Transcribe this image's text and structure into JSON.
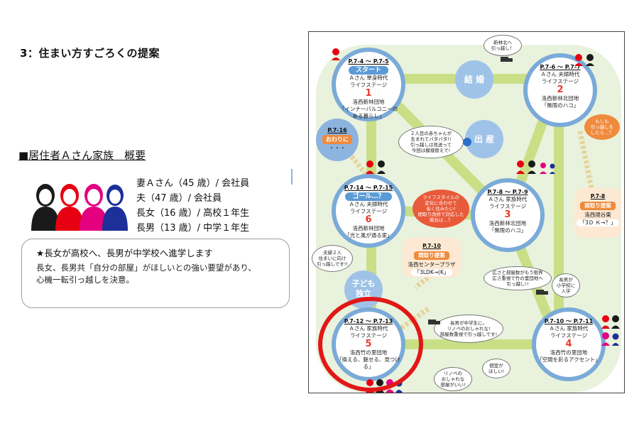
{
  "slide": {
    "title": "3：住まい方すごろくの提案",
    "section_heading": "■居住者Ａさん家族　概要",
    "members": [
      "妻Ａさん（45 歳）/ 会社員",
      "夫（47 歳）/ 会社員",
      "長女（16 歳）/ 高校１年生",
      "長男（13 歳）/ 中学１年生"
    ],
    "summary_lead": "★長女が高校へ、長男が中学校へ進学します",
    "summary_body": [
      "長女、長男共「自分の部屋」がほしいとの強い要望があり、",
      "心機一転引っ越しを決意。"
    ]
  },
  "board": {
    "colors": {
      "road": "#c9df86",
      "road_edge": "#b3cf6c",
      "stage_ring": "#7aaad8",
      "event_node": "#9fc3e8",
      "accent_red": "#e63a2e",
      "highlight": "#e21717",
      "orange": "#f08a3c"
    },
    "stages": {
      "s1": {
        "pages": "P.7-4 ～ P.7-5",
        "ribbon": "スタート",
        "line1": "Ａさん 単身時代",
        "line2": "ライフステージ",
        "num": "1",
        "place": "洛西新林団地",
        "plan": "「インナーバルコニーの",
        "plan2": "ある暮らし」"
      },
      "s2": {
        "pages": "P.7-6 ～ P.7-7",
        "line1": "Ａさん 夫婦時代",
        "line2": "ライフステージ",
        "num": "2",
        "place": "洛西新林北団地",
        "plan": "「無限のハコ」"
      },
      "s3": {
        "pages": "P.7-8 ～ P.7-9",
        "line1": "Ａさん 家族時代",
        "line2": "ライフステージ",
        "num": "3",
        "place": "洛西新林北団地",
        "plan": "「無限のハコ」"
      },
      "s4": {
        "pages": "P.7-10 ～ P.7-11",
        "line1": "Ａさん 家族時代",
        "line2": "ライフステージ",
        "num": "4",
        "place": "洛西竹の里団地",
        "plan": "「空間を彩るアクセント」"
      },
      "s5": {
        "pages": "P.7-12 ～ P.7-13",
        "line1": "Ａさん 家族時代",
        "line2": "ライフステージ",
        "num": "5",
        "place": "洛西竹の里団地",
        "plan": "「換える、魅せる、見つける」"
      },
      "s6": {
        "pages": "P.7-14 ～ P.7-15",
        "ribbon": "ゴール…？",
        "line1": "Ａさん 夫婦時代",
        "line2": "ライフステージ",
        "num": "6",
        "place": "洛西新林団地",
        "plan": "「光と風が通る家」"
      }
    },
    "events": {
      "marriage": "結 婚",
      "birth": "出 産",
      "children": "子ども",
      "children2": "独立"
    },
    "small_stage": {
      "pages": "P.7-16",
      "tag": "おわりに",
      "dots": "・・・"
    },
    "layout_cards": {
      "c1": {
        "pages": "P.7-10",
        "tag": "間取り提案",
        "place": "洛西センタープラザ",
        "plan": "「3LDK→(K」"
      },
      "c2": {
        "pages": "P.7-8",
        "tag": "間取り提案",
        "place": "洛西境谷東",
        "plan": "「3Ｄ Ｋ→？」"
      }
    },
    "speech": {
      "b1": [
        "新林北へ",
        "引っ越し！"
      ],
      "b2": [
        "もしも",
        "引っ越しを",
        "したら…？"
      ],
      "b3": [
        "２人目の赤ちゃんが",
        "生まれてバタバタ!!",
        "引っ越しは見送って",
        "今回は模様替えで!"
      ],
      "b4": [
        "ライフスタイルの",
        "変化に合わせて",
        "長く住みたい!",
        "間取り改修で対応した",
        "場合は…？"
      ],
      "b5": [
        "夫婦２人",
        "住まいに向け",
        "引っ越しです!!"
      ],
      "b6": [
        "広さと部屋数がもう限界",
        "広さ重視で竹の里団地へ",
        "引っ越し!!"
      ],
      "b7": [
        "長男が",
        "小学校に",
        "入学"
      ],
      "b8": [
        "長男が中学生に。",
        "リノベのおしゃれな!",
        "部屋数重視で引っ越しです!"
      ],
      "b9": [
        "個室が",
        "ほしい!"
      ],
      "b10": [
        "リノベの",
        "おしゃれな",
        "部屋がいい!"
      ]
    }
  }
}
